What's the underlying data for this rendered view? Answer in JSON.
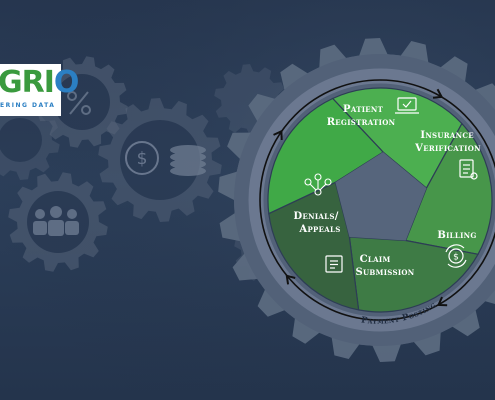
{
  "logo": {
    "text_main": "GRI",
    "text_o": "O",
    "tagline": "ERING DATA"
  },
  "cycle": {
    "steps": [
      {
        "label_line1": "Patient",
        "label_line2": "Registration",
        "icon": "computer-icon",
        "color": "#4caf50"
      },
      {
        "label_line1": "Insurance",
        "label_line2": "Verification",
        "icon": "clipboard-icon",
        "color": "#47964a"
      },
      {
        "label_line1": "Billing",
        "label_line2": "",
        "icon": "dollar-cycle-icon",
        "color": "#3e7b45"
      },
      {
        "label_line1": "Claim",
        "label_line2": "Submission",
        "icon": "form-icon",
        "color": "#37633f"
      },
      {
        "label_line1": "Denials/",
        "label_line2": "Appeals",
        "icon": "people-network-icon",
        "color": "#40a947"
      }
    ],
    "outer_label": "Payment Posting"
  },
  "colors": {
    "background": "#26364f",
    "gear": "#56647a",
    "ring": "#6b7890",
    "center": "#56657c",
    "arrow": "#111111"
  }
}
